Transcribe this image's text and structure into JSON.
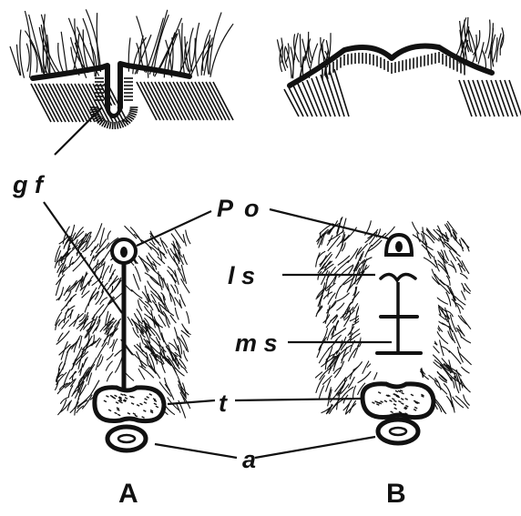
{
  "figure": {
    "labels": {
      "gf": "g f",
      "po_p": "P",
      "po_o": "o",
      "ls": "l s",
      "ms": "m s",
      "t": "t",
      "a": "a"
    },
    "panels": [
      "A",
      "B"
    ]
  },
  "colors": {
    "ink": "#111111",
    "background": "#ffffff"
  }
}
